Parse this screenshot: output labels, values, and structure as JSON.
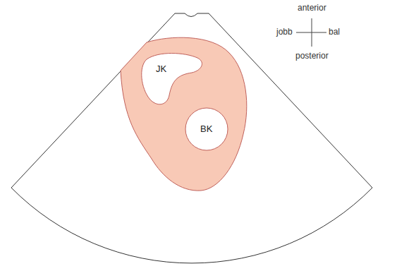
{
  "diagram": {
    "nodes": [
      {
        "text": [
          "JK"
        ]
      },
      {
        "text": [
          "BK"
        ]
      }
    ],
    "labels": [
      "anterior",
      "jobb",
      "bal",
      "posterior"
    ]
  }
}
